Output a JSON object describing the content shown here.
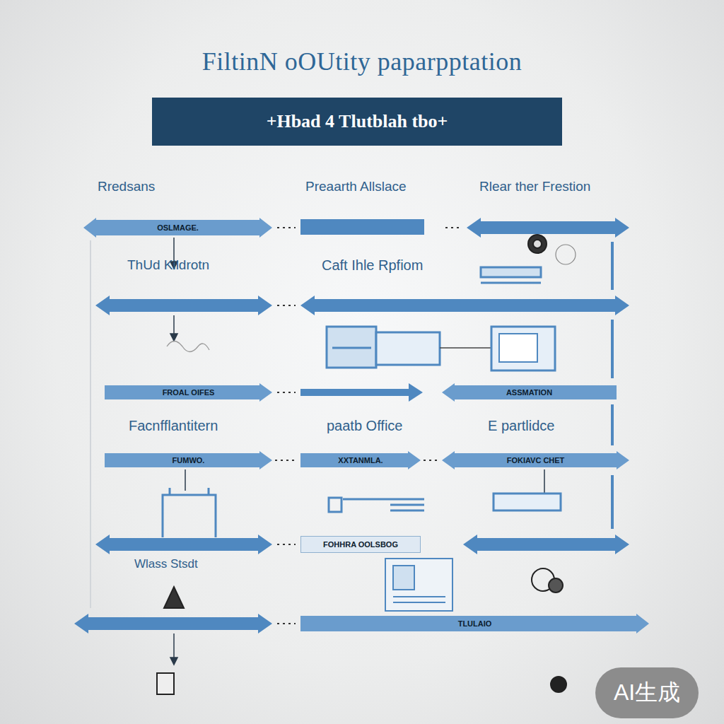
{
  "diagram": {
    "title": "FiltinN oOUtity paparpptation",
    "nodes": [
      {
        "text": [
          "+Hbad 4 Tlutblah tbo+"
        ]
      },
      {
        "text": [
          "OSLMAGE."
        ]
      },
      {
        "text": [
          "FROAL OIFES"
        ]
      },
      {
        "text": [
          "ASSMATION"
        ]
      },
      {
        "text": [
          "FUMWO."
        ]
      },
      {
        "text": [
          "XXTANMLA."
        ]
      },
      {
        "text": [
          "FOKIAVC CHET"
        ]
      },
      {
        "text": [
          "FOHHRA OOLSBOG"
        ]
      },
      {
        "text": [
          "TLULAIO"
        ]
      }
    ],
    "edges": [
      {
        "from": 4,
        "to": 5,
        "arrow": "none"
      },
      {
        "from": 5,
        "to": 6,
        "arrow": "none"
      }
    ],
    "labels": [
      "Rredsans",
      "Preaarth Allslace",
      "Rlear ther Frestion",
      "ThUd Kildrotn",
      "Caft Ihle Rpfiom",
      "Facnfflantitern",
      "paatb Office",
      "E partlidce",
      "Wlass Stsdt",
      "AI生成"
    ]
  }
}
